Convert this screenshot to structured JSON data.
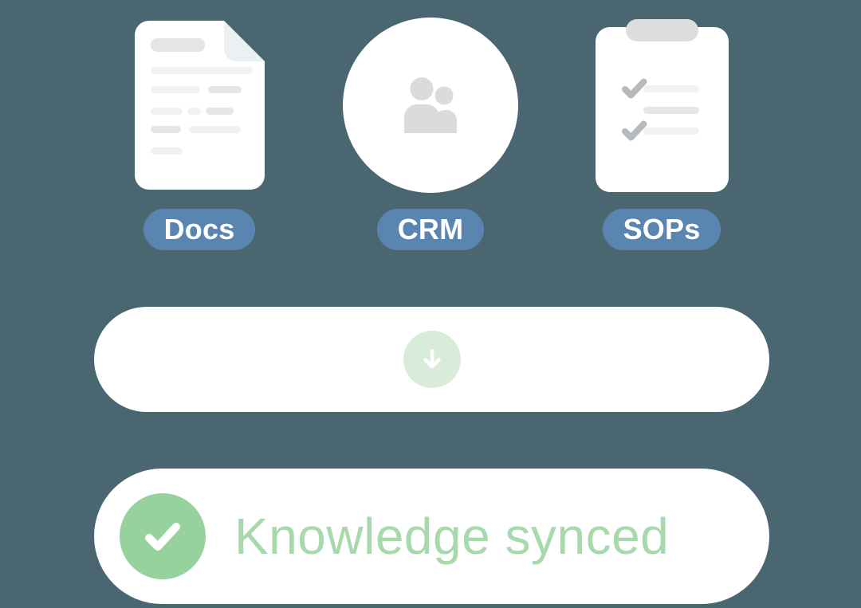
{
  "colors": {
    "bg": "#4A6670",
    "surface": "#FFFFFF",
    "badge": "#5A85B0",
    "badge-text": "#FFFFFF",
    "green": "#96D19E",
    "green-soft": "#D9ECDA",
    "green-text": "#A8D9AC",
    "icon-gray": "#D9DBDD",
    "line-gray": "#F0F1F2",
    "line-gray-dark": "#E4E6E8",
    "doc-title": "#E3E5E7",
    "doc-fold": "#EDF0F2",
    "clip-gray": "#DBDDDF",
    "check-gray": "#B6BABC",
    "icon-white": "#FFFFFF"
  },
  "sources": {
    "items": [
      {
        "label": "Docs",
        "icon": "document-icon"
      },
      {
        "label": "CRM",
        "icon": "people-icon"
      },
      {
        "label": "SOPs",
        "icon": "clipboard-icon"
      }
    ]
  },
  "sync": {
    "icon": "arrow-down-icon"
  },
  "status": {
    "icon": "check-icon",
    "label": "Knowledge synced"
  }
}
